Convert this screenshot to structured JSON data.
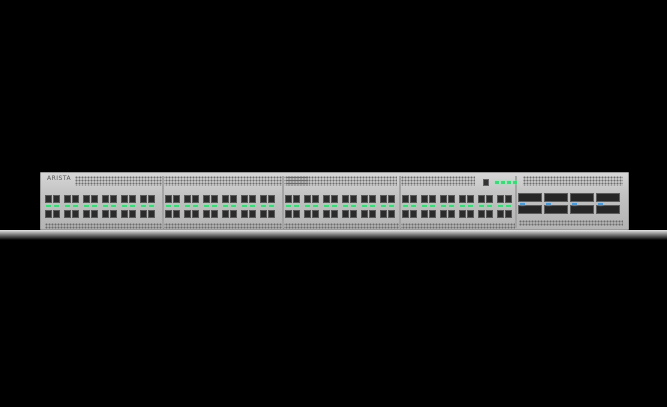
{
  "device": {
    "brand": "ARISTA",
    "sfp_port_count": 48,
    "qsfp_port_count": 8
  },
  "colors": {
    "background": "#000000",
    "chassis": "#c2c2c2",
    "port_led": "#3dd97a",
    "qsfp_led": "#4a9ad8"
  }
}
